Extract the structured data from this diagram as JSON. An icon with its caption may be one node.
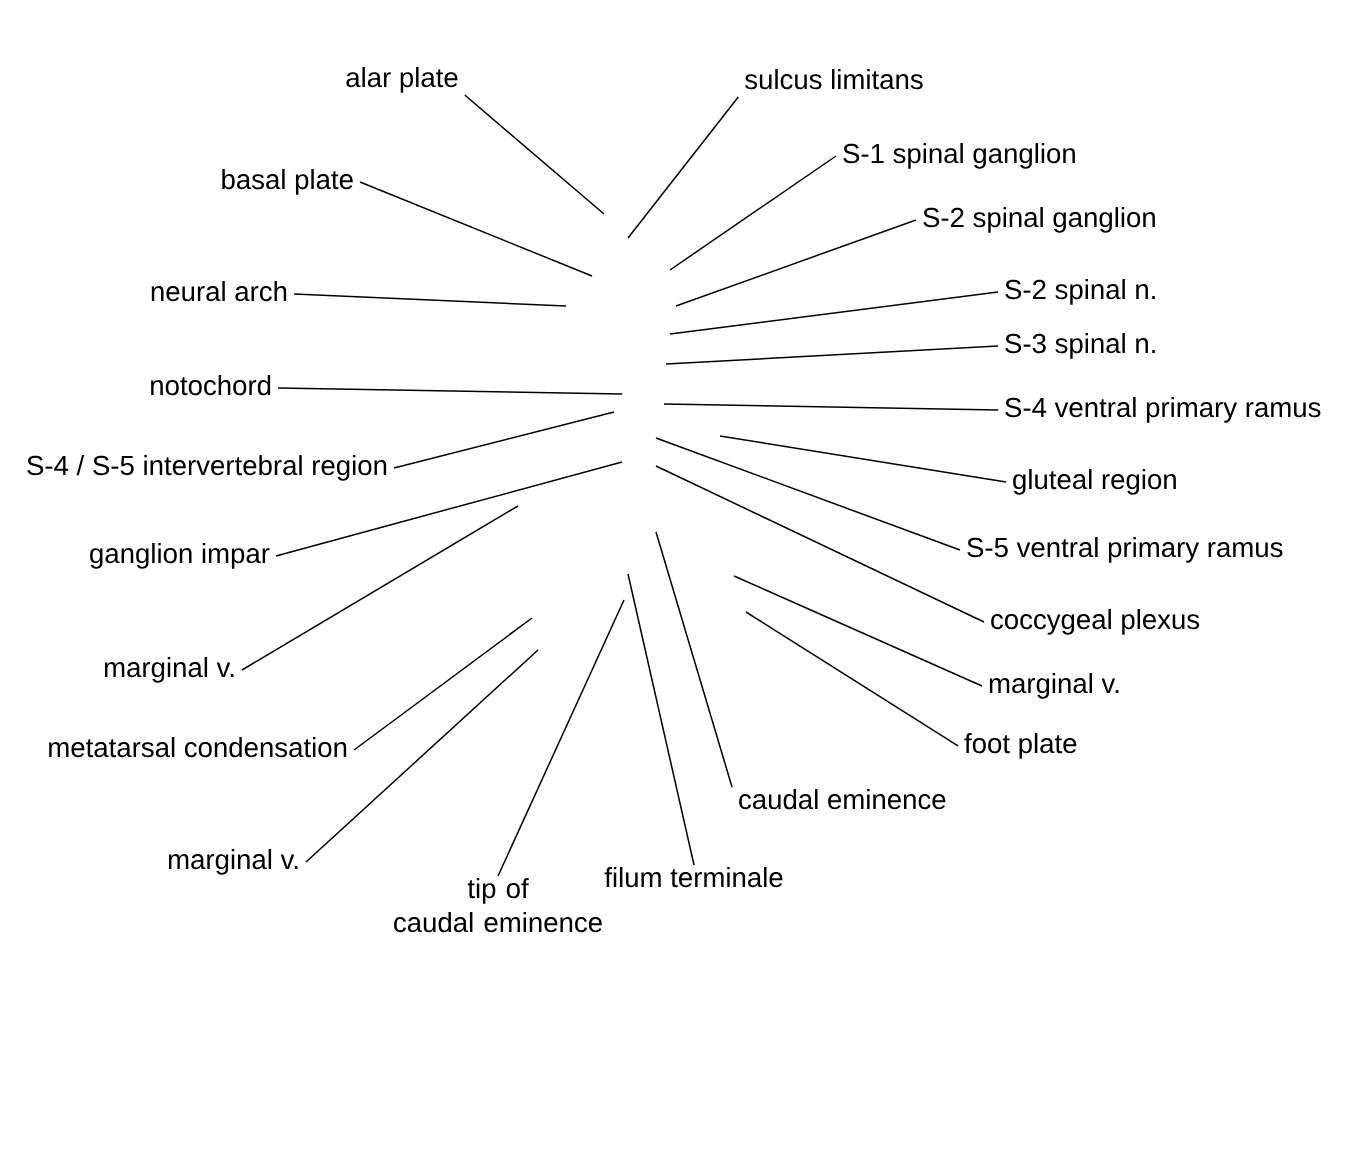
{
  "diagram": {
    "nodes": [
      {
        "text": [
          "alar plate"
        ]
      },
      {
        "text": [
          "sulcus limitans"
        ]
      },
      {
        "text": [
          "S-1 spinal ganglion"
        ]
      },
      {
        "text": [
          "basal plate"
        ]
      },
      {
        "text": [
          "S-2 spinal ganglion"
        ]
      },
      {
        "text": [
          "S-2 spinal n."
        ]
      },
      {
        "text": [
          "neural arch"
        ]
      },
      {
        "text": [
          "S-3 spinal n."
        ]
      },
      {
        "text": [
          "notochord"
        ]
      },
      {
        "text": [
          "S-4 ventral primary ramus"
        ]
      },
      {
        "text": [
          "S-4 / S-5 intervertebral region"
        ]
      },
      {
        "text": [
          "gluteal region"
        ]
      },
      {
        "text": [
          "S-5 ventral primary ramus"
        ]
      },
      {
        "text": [
          "ganglion impar"
        ]
      },
      {
        "text": [
          "coccygeal plexus"
        ]
      },
      {
        "text": [
          "marginal v."
        ]
      },
      {
        "text": [
          "marginal v."
        ]
      },
      {
        "text": [
          "foot plate"
        ]
      },
      {
        "text": [
          "metatarsal condensation"
        ]
      },
      {
        "text": [
          "caudal eminence"
        ]
      },
      {
        "text": [
          "marginal v."
        ]
      },
      {
        "text": [
          "filum terminale"
        ]
      },
      {
        "text": [
          "tip of caudal eminence"
        ]
      }
    ],
    "edges": [
      {
        "from": 0,
        "to": null,
        "arrow": "none"
      },
      {
        "from": 1,
        "to": null,
        "arrow": "none"
      },
      {
        "from": 2,
        "to": null,
        "arrow": "none"
      },
      {
        "from": 3,
        "to": null,
        "arrow": "none"
      },
      {
        "from": 4,
        "to": null,
        "arrow": "none"
      },
      {
        "from": 5,
        "to": null,
        "arrow": "none"
      },
      {
        "from": 6,
        "to": null,
        "arrow": "none"
      },
      {
        "from": 7,
        "to": null,
        "arrow": "none"
      },
      {
        "from": 8,
        "to": null,
        "arrow": "none"
      },
      {
        "from": 9,
        "to": null,
        "arrow": "none"
      },
      {
        "from": 10,
        "to": null,
        "arrow": "none"
      },
      {
        "from": 11,
        "to": null,
        "arrow": "none"
      },
      {
        "from": 12,
        "to": null,
        "arrow": "none"
      },
      {
        "from": 13,
        "to": null,
        "arrow": "none"
      },
      {
        "from": 14,
        "to": null,
        "arrow": "none"
      },
      {
        "from": 15,
        "to": null,
        "arrow": "none"
      },
      {
        "from": 16,
        "to": null,
        "arrow": "none"
      },
      {
        "from": 17,
        "to": null,
        "arrow": "none"
      },
      {
        "from": 18,
        "to": null,
        "arrow": "none"
      },
      {
        "from": 19,
        "to": null,
        "arrow": "none"
      },
      {
        "from": 20,
        "to": null,
        "arrow": "none"
      },
      {
        "from": 21,
        "to": null,
        "arrow": "none"
      },
      {
        "from": 22,
        "to": null,
        "arrow": "none"
      }
    ]
  }
}
